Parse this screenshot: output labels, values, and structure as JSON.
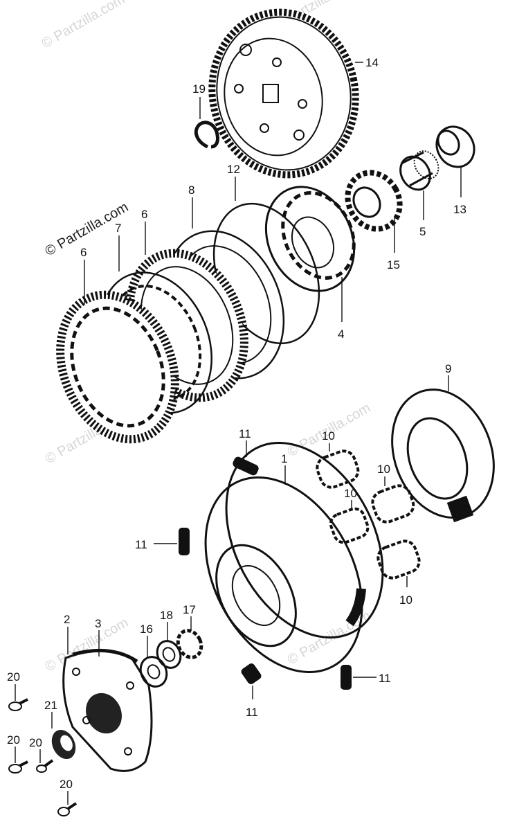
{
  "watermark": "© Partzilla.com",
  "callouts": {
    "c1": "1",
    "c2": "2",
    "c3": "3",
    "c4": "4",
    "c5": "5",
    "c6a": "6",
    "c6b": "6",
    "c7": "7",
    "c8": "8",
    "c9": "9",
    "c10a": "10",
    "c10b": "10",
    "c10c": "10",
    "c10d": "10",
    "c11a": "11",
    "c11b": "11",
    "c11c": "11",
    "c11d": "11",
    "c12": "12",
    "c13": "13",
    "c14": "14",
    "c15": "15",
    "c16": "16",
    "c17": "17",
    "c18": "18",
    "c19": "19",
    "c20a": "20",
    "c20b": "20",
    "c20c": "20",
    "c20d": "20",
    "c21": "21"
  }
}
